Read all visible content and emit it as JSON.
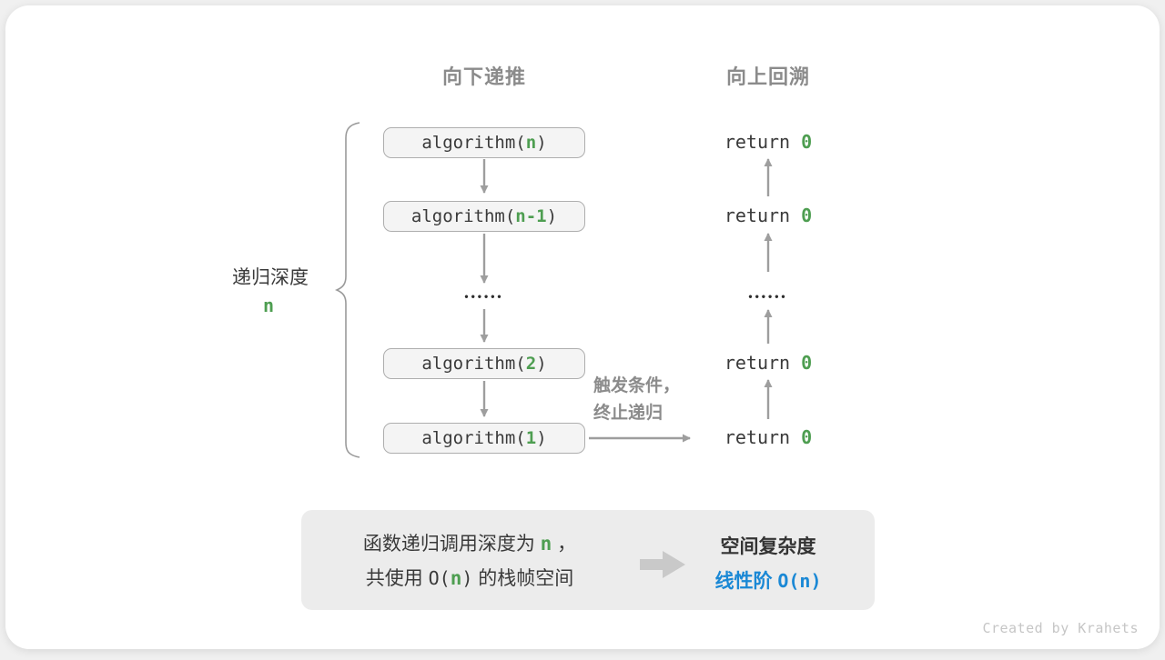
{
  "colors": {
    "green": "#4e9e51",
    "blue": "#1a88d5",
    "gray_text": "#8b8b8b",
    "dark": "#3a3a3a",
    "arrow": "#9e9e9e",
    "box_fill": "#f4f4f4",
    "box_border": "#aeaeae",
    "summary_bg": "#ececec",
    "watermark": "#c6c6c6",
    "big_arrow": "#c9c9c9",
    "page_bg": "#f0f0f0",
    "card_bg": "#ffffff"
  },
  "headers": {
    "down": "向下递推",
    "up": "向上回溯"
  },
  "depth_label": {
    "text": "递归深度",
    "var": "n"
  },
  "calls": [
    {
      "pre": "algorithm(",
      "arg": "n",
      "post": ")"
    },
    {
      "pre": "algorithm(",
      "arg": "n-1",
      "post": ")"
    },
    {
      "pre": "algorithm(",
      "arg": "2",
      "post": ")"
    },
    {
      "pre": "algorithm(",
      "arg": "1",
      "post": ")"
    }
  ],
  "returns": [
    {
      "pre": "return ",
      "val": "0"
    },
    {
      "pre": "return ",
      "val": "0"
    },
    {
      "pre": "return ",
      "val": "0"
    },
    {
      "pre": "return ",
      "val": "0"
    }
  ],
  "dots": "••••••",
  "condition": {
    "line1": "触发条件，",
    "line2": "终止递归"
  },
  "summary": {
    "left_line1": {
      "a": "函数递归调用深度为 ",
      "n": "n",
      "b": " ，"
    },
    "left_line2": {
      "a": "共使用 ",
      "code_pre": "O(",
      "n": "n",
      "code_post": ")",
      "b": " 的栈帧空间"
    },
    "right_title": "空间复杂度",
    "right_result": {
      "a": "线性阶 ",
      "code": "O(n)"
    }
  },
  "watermark": "Created by Krahets"
}
